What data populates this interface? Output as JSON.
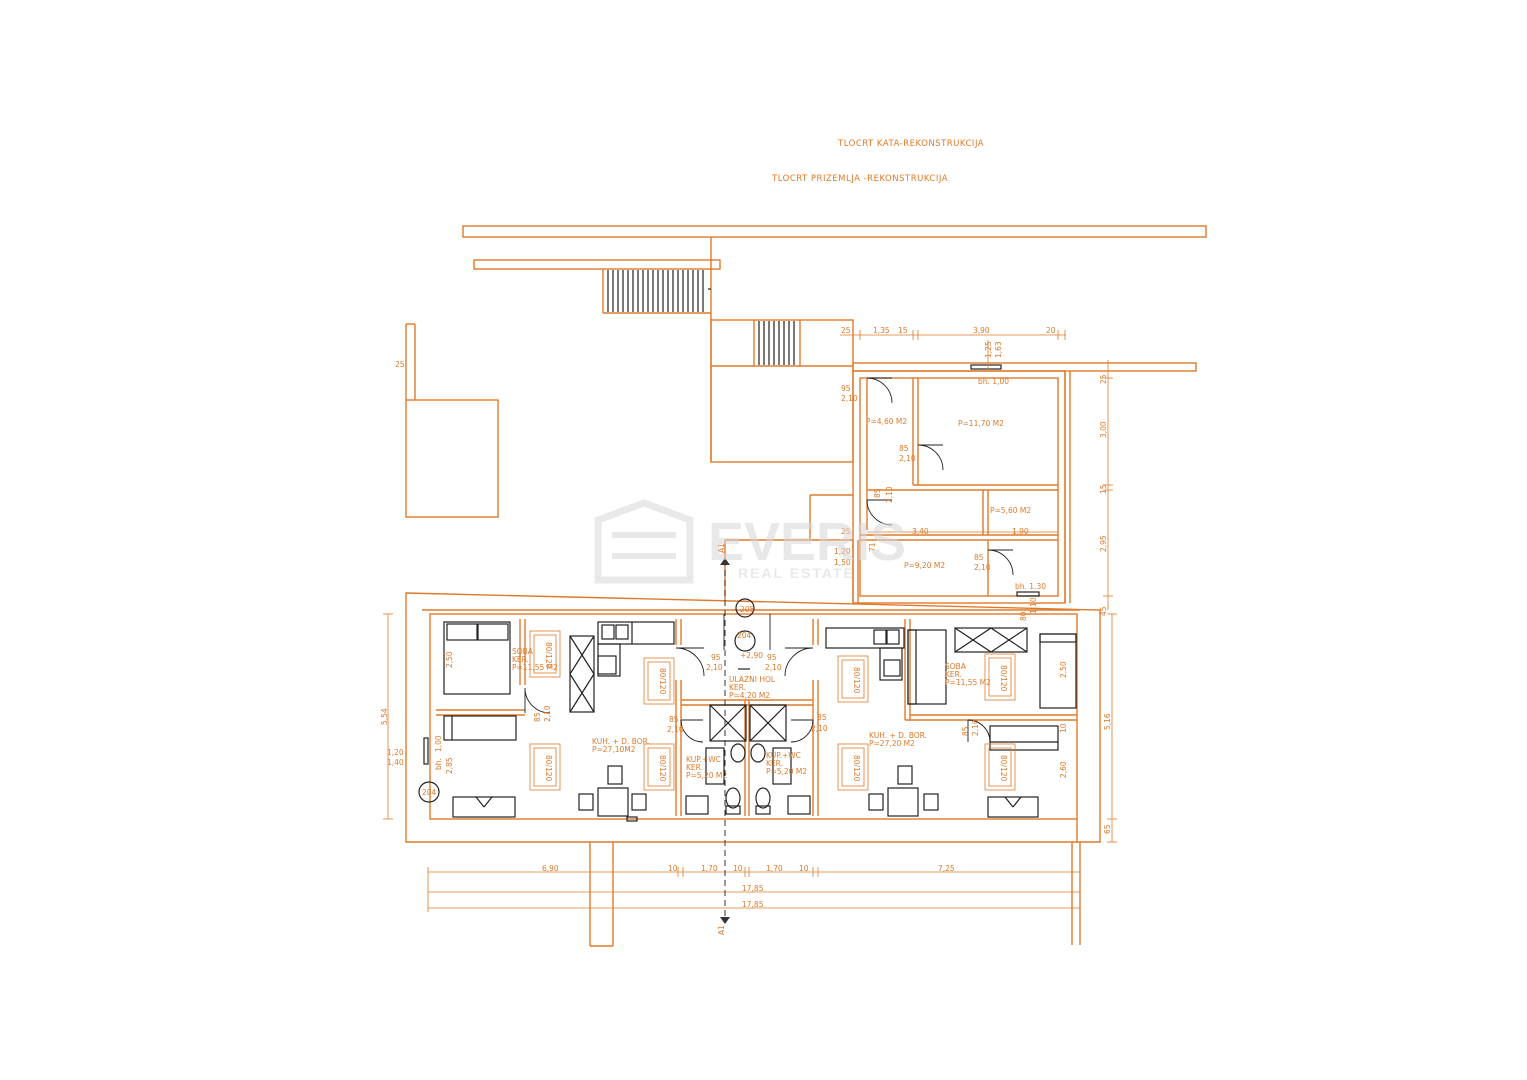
{
  "titles": {
    "upper_floor": "TLOCRT KATA-REKONSTRUKCIJA",
    "ground_floor": "TLOCRT PRIZEMLJA -REKONSTRUKCIJA"
  },
  "watermark": {
    "brand": "EVERIS",
    "subtitle": "REAL ESTATE"
  },
  "section_marker": "A1",
  "upper_rooms": [
    {
      "id": "hall",
      "area": "P=4,60 M2"
    },
    {
      "id": "room-large",
      "area": "P=11,70 M2"
    },
    {
      "id": "room-small",
      "area": "P=5,60 M2"
    },
    {
      "id": "room-bottom",
      "area": "P=9,20 M2"
    }
  ],
  "ground_rooms": {
    "left_bedroom": {
      "name": "SOBA",
      "floor": "KER.",
      "area": "P=11,55 M2"
    },
    "left_kitchen": {
      "name": "KUH. + D. BOR.",
      "area": "P=27,10M2"
    },
    "entrance_hall": {
      "name": "ULAZNI HOL",
      "floor": "KER.",
      "area": "P=4,20 M2"
    },
    "left_bath": {
      "name": "KUP.+WC",
      "floor": "KER.",
      "area": "P=5,20 M2"
    },
    "right_bath": {
      "name": "KUP.+WC",
      "floor": "KER.",
      "area": "P=5,20 M2"
    },
    "right_kitchen": {
      "name": "KUH. + D. BOR.",
      "area": "P=27,20 M2"
    },
    "right_bedroom": {
      "name": "SOBA",
      "floor": "KER.",
      "area": "P=11,55 M2"
    }
  },
  "levels": {
    "entry_level": "+2,90",
    "mark_204": "204",
    "mark_205": "205"
  },
  "window_label": "80/120",
  "door_labels": {
    "w95": "95",
    "w85": "85",
    "h210": "2,10"
  },
  "parapets": {
    "bh100": "bh. 1,00",
    "bh130": "bh. 1,30",
    "bh_left": "bh.",
    "bh_left_h": "1,00"
  },
  "dims_top": {
    "d25": "25",
    "d135": "1,35",
    "d15": "15",
    "d390": "3,90",
    "d20": "20",
    "d125": "1,25",
    "d163": "1,63"
  },
  "dims_right_upper": {
    "d25": "25",
    "d300": "3,00",
    "d15": "15",
    "d295": "2,95",
    "d45": "45",
    "d110": "1,10"
  },
  "dims_upper_misc": {
    "d340": "3,40",
    "d190": "1,90",
    "d25": "25",
    "d120": "1,20",
    "d150": "1,50",
    "d71": "71",
    "d80": "80"
  },
  "dims_left": {
    "d25": "25",
    "d554": "5,54",
    "d120": "1,20",
    "d140": "1,40",
    "d285": "2,85",
    "d250": "2,50"
  },
  "dims_right_ground": {
    "d250": "2,50",
    "d516": "5,16",
    "d260": "2,60",
    "d65": "65",
    "d10": "10"
  },
  "dims_bottom": {
    "d690": "6,90",
    "d10a": "10",
    "d170a": "1,70",
    "d10b": "10",
    "d170b": "1,70",
    "d10c": "10",
    "d725": "7,25",
    "total1": "17,85",
    "total2": "17,85"
  },
  "colors": {
    "line": "#e07a2a",
    "furniture": "#222222",
    "watermark": "#d6d6d6"
  }
}
